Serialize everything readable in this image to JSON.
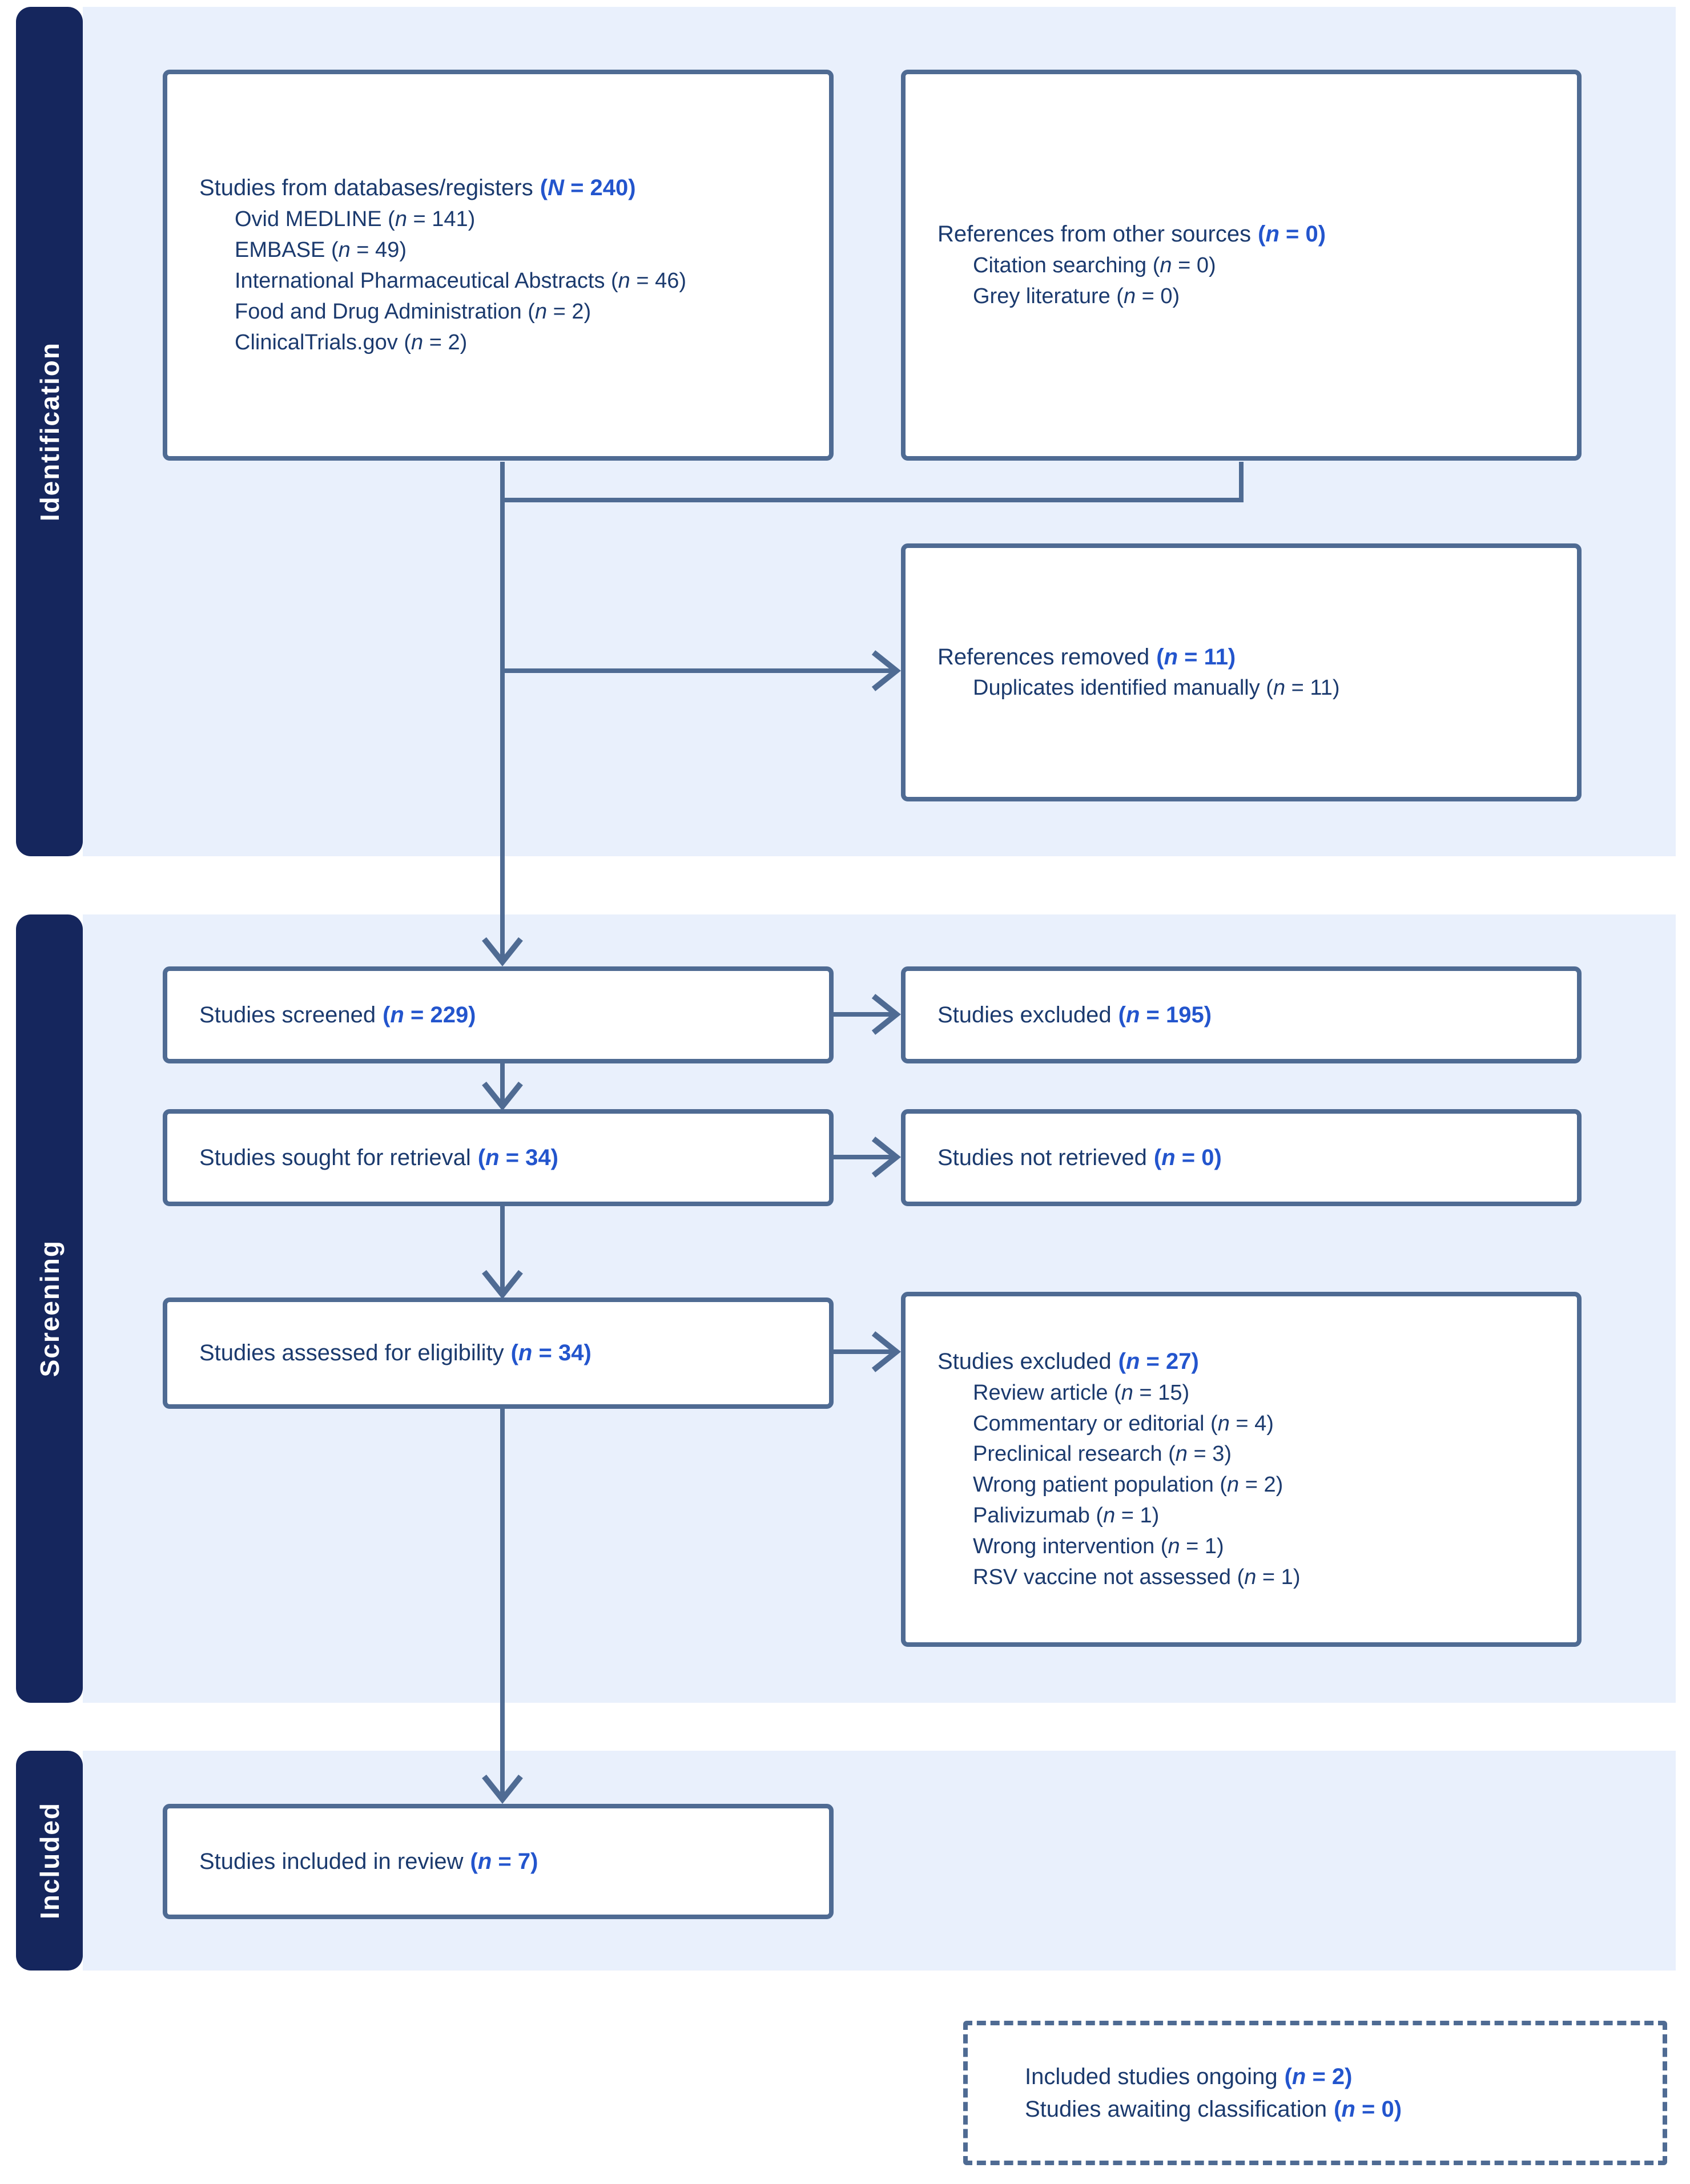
{
  "sidebar": {
    "identification": "Identification",
    "screening": "Screening",
    "included": "Included"
  },
  "boxes": {
    "databases": {
      "title": "Studies from databases/registers",
      "count": "(N = 240)",
      "items": [
        "Ovid MEDLINE (n = 141)",
        "EMBASE (n = 49)",
        "International Pharmaceutical Abstracts (n = 46)",
        "Food and Drug Administration (n = 2)",
        "ClinicalTrials.gov (n = 2)"
      ]
    },
    "other_sources": {
      "title": "References from other sources",
      "count": "(n = 0)",
      "items": [
        "Citation searching (n = 0)",
        "Grey literature (n = 0)"
      ]
    },
    "references_removed": {
      "title": "References removed",
      "count": "(n = 11)",
      "items": [
        "Duplicates identified manually (n = 11)"
      ]
    },
    "screened": {
      "title": "Studies screened",
      "count": "(n = 229)"
    },
    "excluded_screening": {
      "title": "Studies excluded",
      "count": "(n = 195)"
    },
    "sought": {
      "title": "Studies sought for retrieval",
      "count": "(n = 34)"
    },
    "not_retrieved": {
      "title": "Studies not retrieved",
      "count": "(n = 0)"
    },
    "assessed": {
      "title": "Studies assessed for eligibility",
      "count": "(n = 34)"
    },
    "excluded_eligibility": {
      "title": "Studies excluded",
      "count": "(n = 27)",
      "items": [
        "Review article (n = 15)",
        "Commentary or editorial (n = 4)",
        "Preclinical research (n = 3)",
        "Wrong patient population (n = 2)",
        "Palivizumab (n = 1)",
        "Wrong intervention (n = 1)",
        "RSV vaccine not assessed (n = 1)"
      ]
    },
    "included_review": {
      "title": "Studies included in review",
      "count": "(n = 7)"
    },
    "ongoing": {
      "lines": [
        {
          "label": "Included studies ongoing",
          "count": "(n = 2)"
        },
        {
          "label": "Studies awaiting classification",
          "count": "(n = 0)"
        }
      ]
    }
  },
  "colors": {
    "accent_blue": "#2355cd",
    "text_navy": "#1b3a6e",
    "line_slate": "#4f6b93",
    "panel_blue": "#e9f0fc",
    "sidebar_navy": "#15265d"
  }
}
